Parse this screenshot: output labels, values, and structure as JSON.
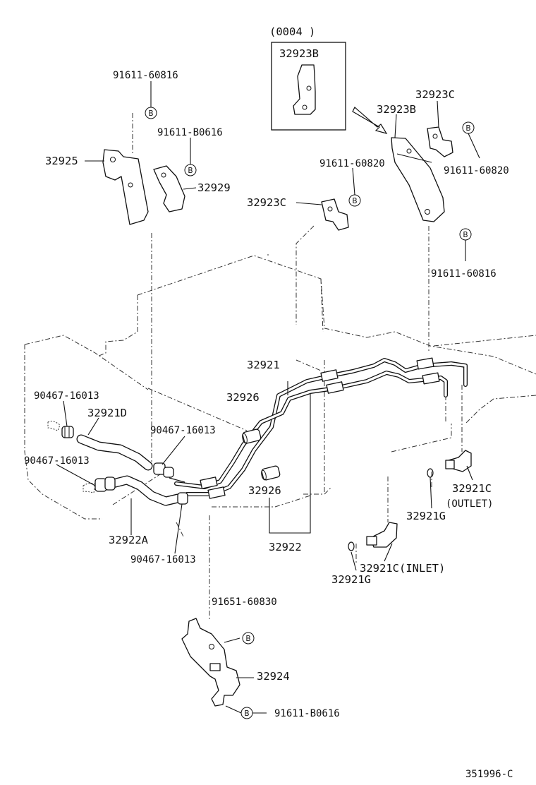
{
  "diagram": {
    "date_code": "(0004      )",
    "footer_code": "351996-C",
    "badge_letter": "B",
    "labels": {
      "p32923B_inset": "32923B",
      "p91611_60816_top": "91611-60816",
      "p91611_B0616_top": "91611-B0616",
      "p32925": "32925",
      "p32929": "32929",
      "p32923C_right": "32923C",
      "p32923B": "32923B",
      "p91611_60820_right": "91611-60820",
      "p91611_60820_mid": "91611-60820",
      "p32923C_left": "32923C",
      "p91611_60816_right": "91611-60816",
      "p32921": "32921",
      "p90467_16013_a": "90467-16013",
      "p32921D": "32921D",
      "p32926_a": "32926",
      "p90467_16013_b": "90467-16013",
      "p90467_16013_c": "90467-16013",
      "p32926_b": "32926",
      "p32921C_outlet": "32921C",
      "outlet": "(OUTLET)",
      "p32921G_a": "32921G",
      "p32922A": "32922A",
      "p32922": "32922",
      "p90467_16013_d": "90467-16013",
      "p32921C_inlet": "32921C(INLET)",
      "p32921G_b": "32921G",
      "p91651_60830": "91651-60830",
      "p32924": "32924",
      "p91611_B0616_bottom": "91611-B0616"
    }
  }
}
